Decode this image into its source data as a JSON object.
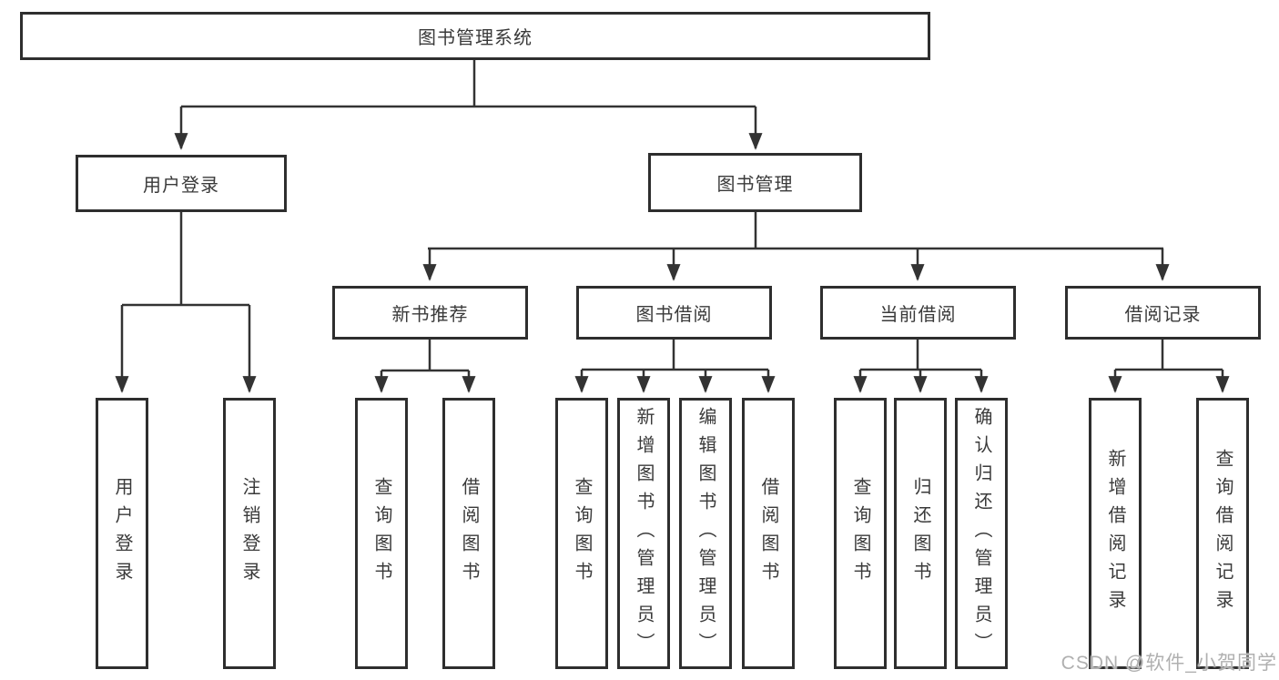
{
  "diagram": {
    "root": {
      "label": "图书管理系统"
    },
    "branches": [
      {
        "label": "用户登录",
        "children": [
          {
            "label": "用户登录"
          },
          {
            "label": "注销登录"
          }
        ]
      },
      {
        "label": "图书管理",
        "children": [
          {
            "label": "新书推荐",
            "children": [
              {
                "label": "查询图书"
              },
              {
                "label": "借阅图书"
              }
            ]
          },
          {
            "label": "图书借阅",
            "children": [
              {
                "label": "查询图书"
              },
              {
                "label": "新增图书（管理员）"
              },
              {
                "label": "编辑图书（管理员）"
              },
              {
                "label": "借阅图书"
              }
            ]
          },
          {
            "label": "当前借阅",
            "children": [
              {
                "label": "查询图书"
              },
              {
                "label": "归还图书"
              },
              {
                "label": "确认归还（管理员）"
              }
            ]
          },
          {
            "label": "借阅记录",
            "children": [
              {
                "label": "新增借阅记录"
              },
              {
                "label": "查询借阅记录"
              }
            ]
          }
        ]
      }
    ]
  },
  "watermark": {
    "text": "CSDN @软件_小贺同学"
  },
  "colors": {
    "background": "#ffffff",
    "box_border": "#2e2e2e",
    "line": "#333333",
    "text": "#3a3a3a",
    "watermark": "#b0b0b0"
  }
}
